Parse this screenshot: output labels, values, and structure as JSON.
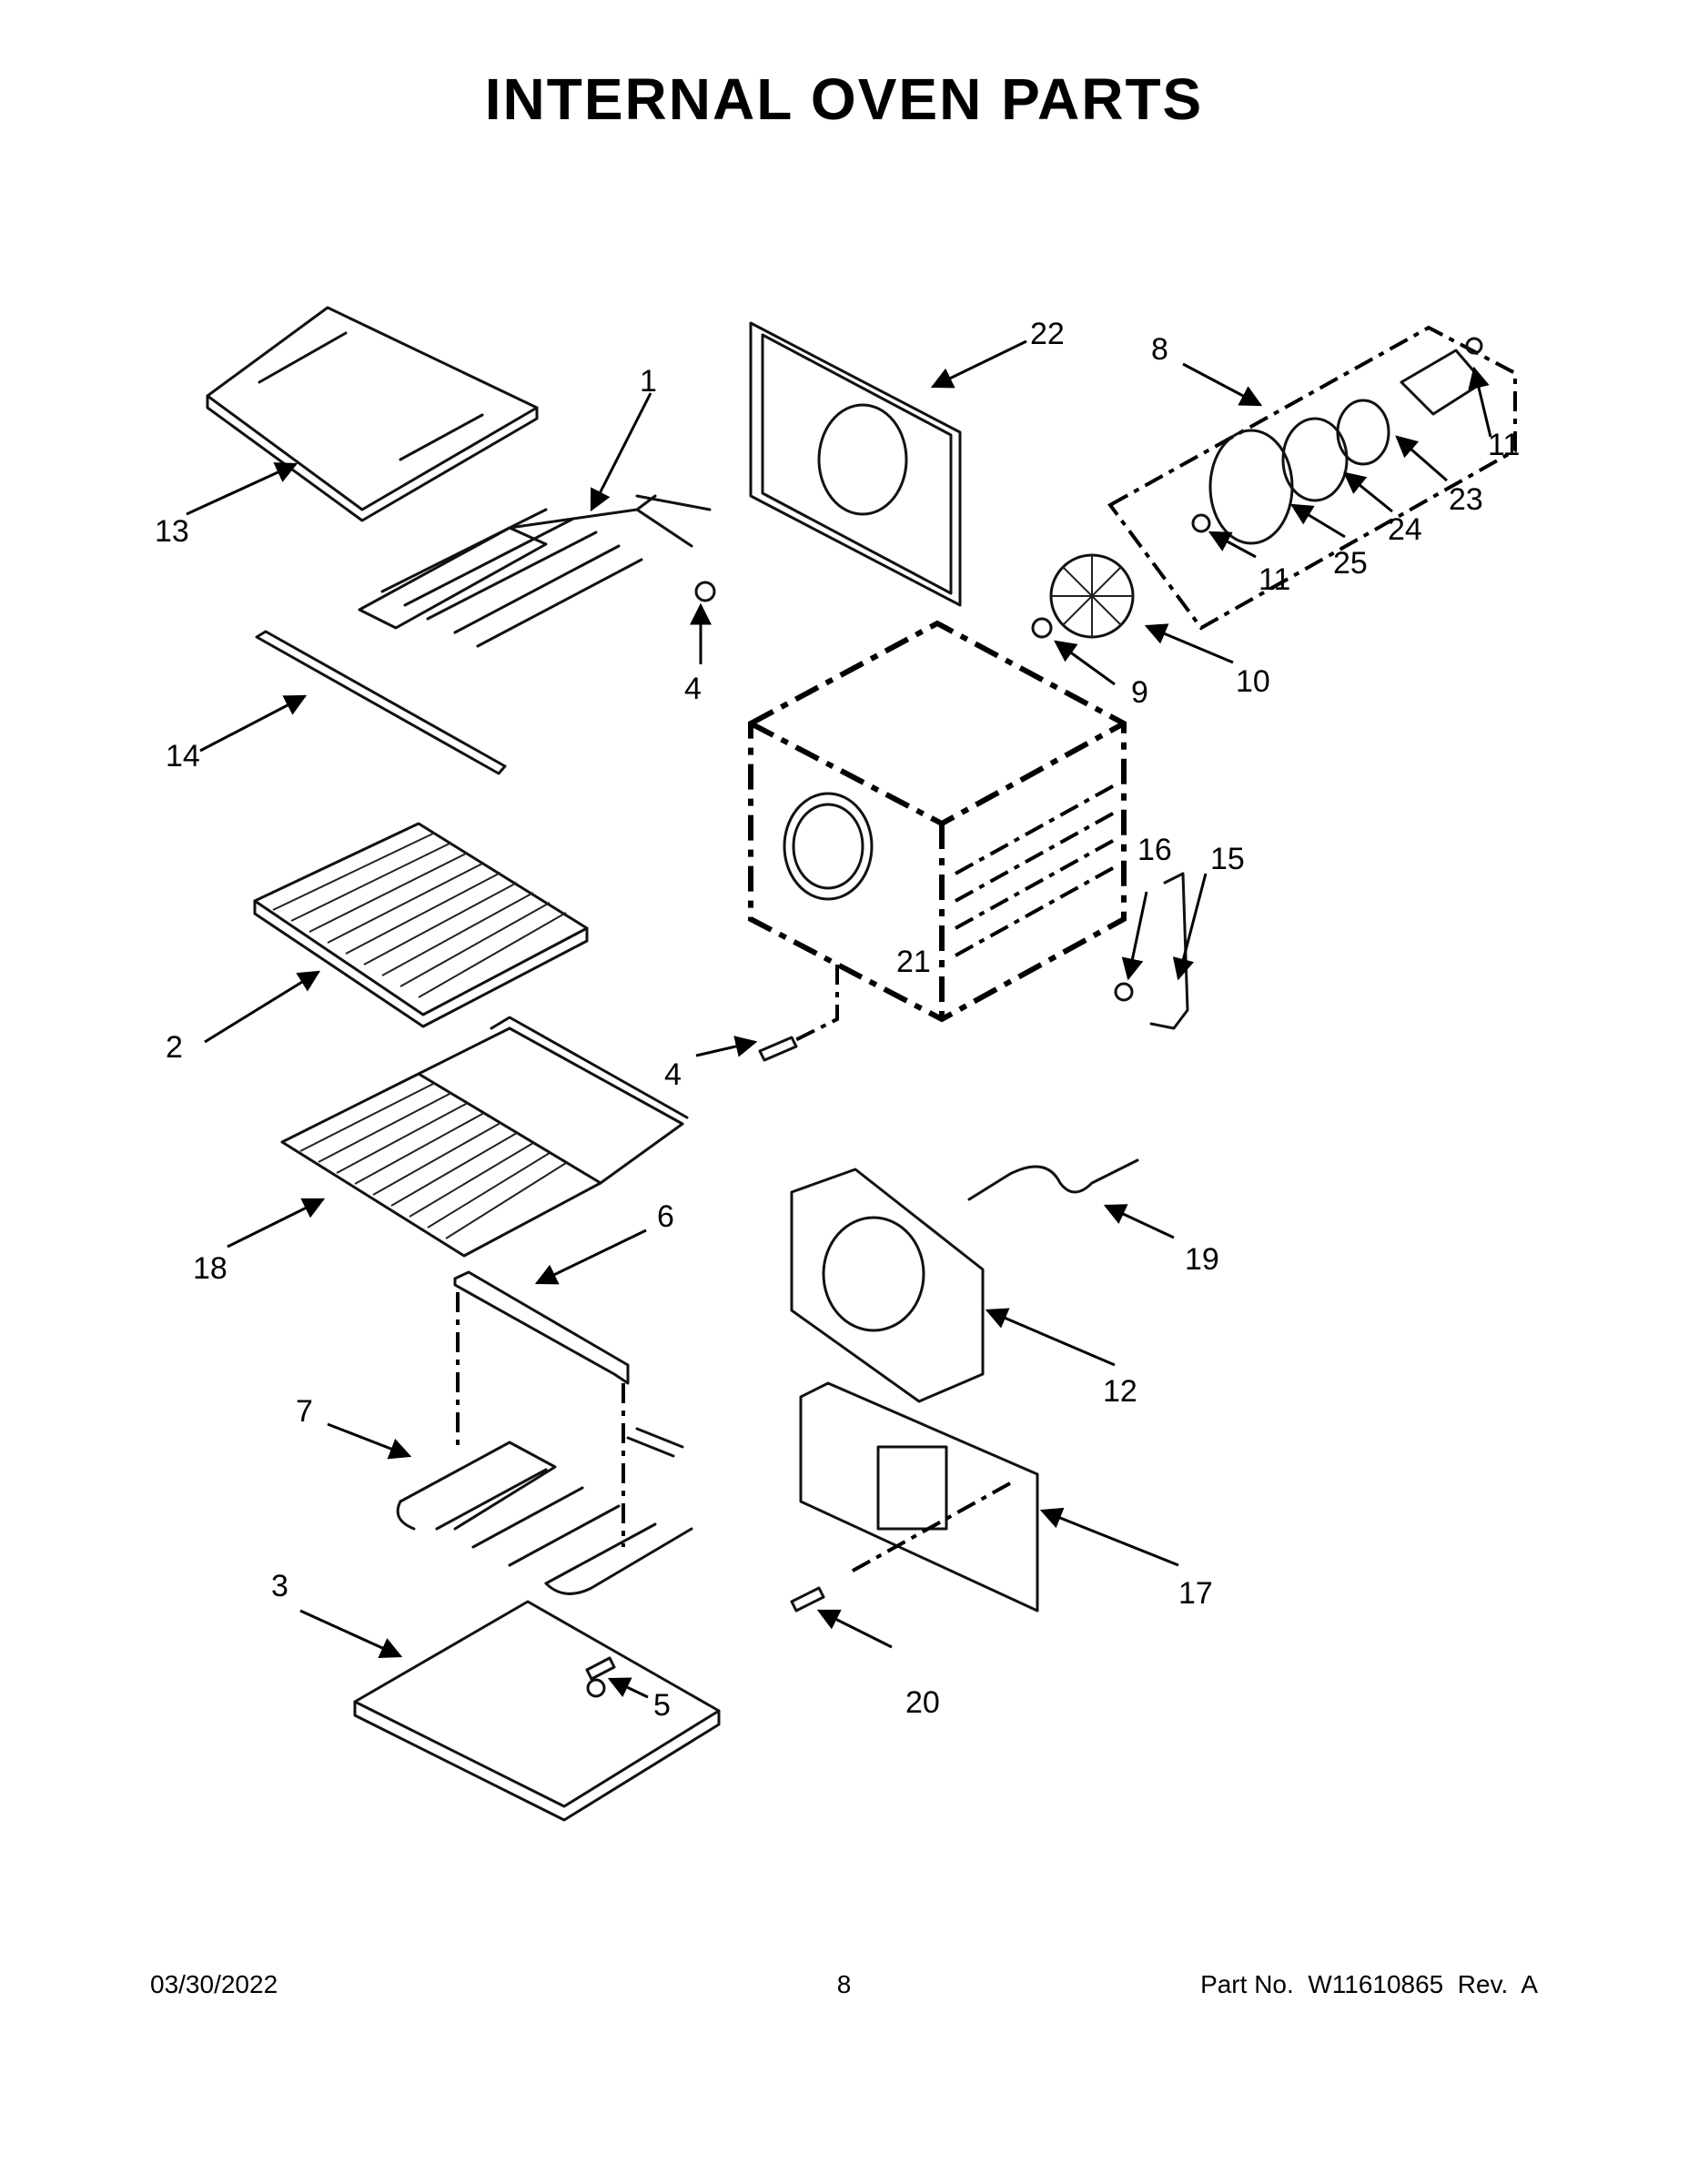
{
  "title": "INTERNAL OVEN PARTS",
  "footer": {
    "date": "03/30/2022",
    "page": "8",
    "part_no": "Part No.  W11610865  Rev.  A"
  },
  "callouts": {
    "c1": "1",
    "c2": "2",
    "c3": "3",
    "c4a": "4",
    "c4b": "4",
    "c5": "5",
    "c6": "6",
    "c7": "7",
    "c8": "8",
    "c9": "9",
    "c10": "10",
    "c11a": "11",
    "c11b": "11",
    "c12": "12",
    "c13": "13",
    "c14": "14",
    "c15": "15",
    "c16": "16",
    "c17": "17",
    "c18": "18",
    "c19": "19",
    "c20": "20",
    "c21": "21",
    "c22": "22",
    "c23": "23",
    "c24": "24",
    "c25": "25"
  }
}
